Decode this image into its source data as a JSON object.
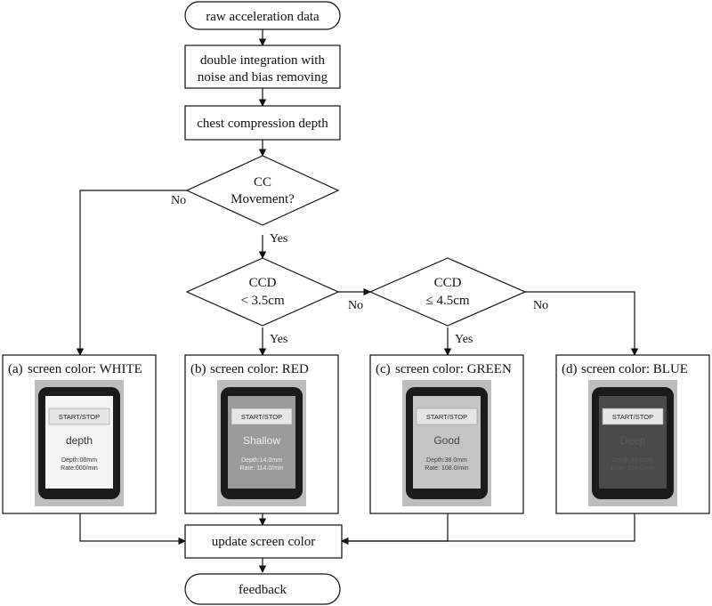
{
  "flowchart": {
    "start": "raw acceleration data",
    "integration": [
      "double integration with",
      "noise and bias removing"
    ],
    "depth": "chest compression depth",
    "decision_cc": [
      "CC",
      "Movement?"
    ],
    "decision_ccd1": [
      "CCD",
      "< 3.5cm"
    ],
    "decision_ccd2": [
      "CCD",
      "≤ 4.5cm"
    ],
    "update": "update screen color",
    "end": "feedback"
  },
  "edge_labels": {
    "cc_no": "No",
    "cc_yes": "Yes",
    "ccd1_no": "No",
    "ccd1_yes": "Yes",
    "ccd2_no": "No",
    "ccd2_yes": "Yes"
  },
  "panels": [
    {
      "tag": "(a)",
      "caption": "screen color: WHITE",
      "button": "START/STOP",
      "status": "depth",
      "depth_line": "Depth:00mm",
      "rate_line": "Rate:000/min",
      "screen_color": "#f4f4f4",
      "text_color": "#333333"
    },
    {
      "tag": "(b)",
      "caption": "screen color: RED",
      "button": "START/STOP",
      "status": "Shallow",
      "depth_line": "Depth:14.0mm",
      "rate_line": "Rate: 114.0/min",
      "screen_color": "#9a9a9a",
      "text_color": "#eeeeee"
    },
    {
      "tag": "(c)",
      "caption": "screen color: GREEN",
      "button": "START/STOP",
      "status": "Good",
      "depth_line": "Depth:38.0mm",
      "rate_line": "Rate: 108.0/min",
      "screen_color": "#c4c4c4",
      "text_color": "#444444"
    },
    {
      "tag": "(d)",
      "caption": "screen color: BLUE",
      "button": "START/STOP",
      "status": "Deep",
      "depth_line": "Depth:48.0mm",
      "rate_line": "Rate: 104.0/min",
      "screen_color": "#4a4a4a",
      "text_color": "#5a5a5a"
    }
  ]
}
